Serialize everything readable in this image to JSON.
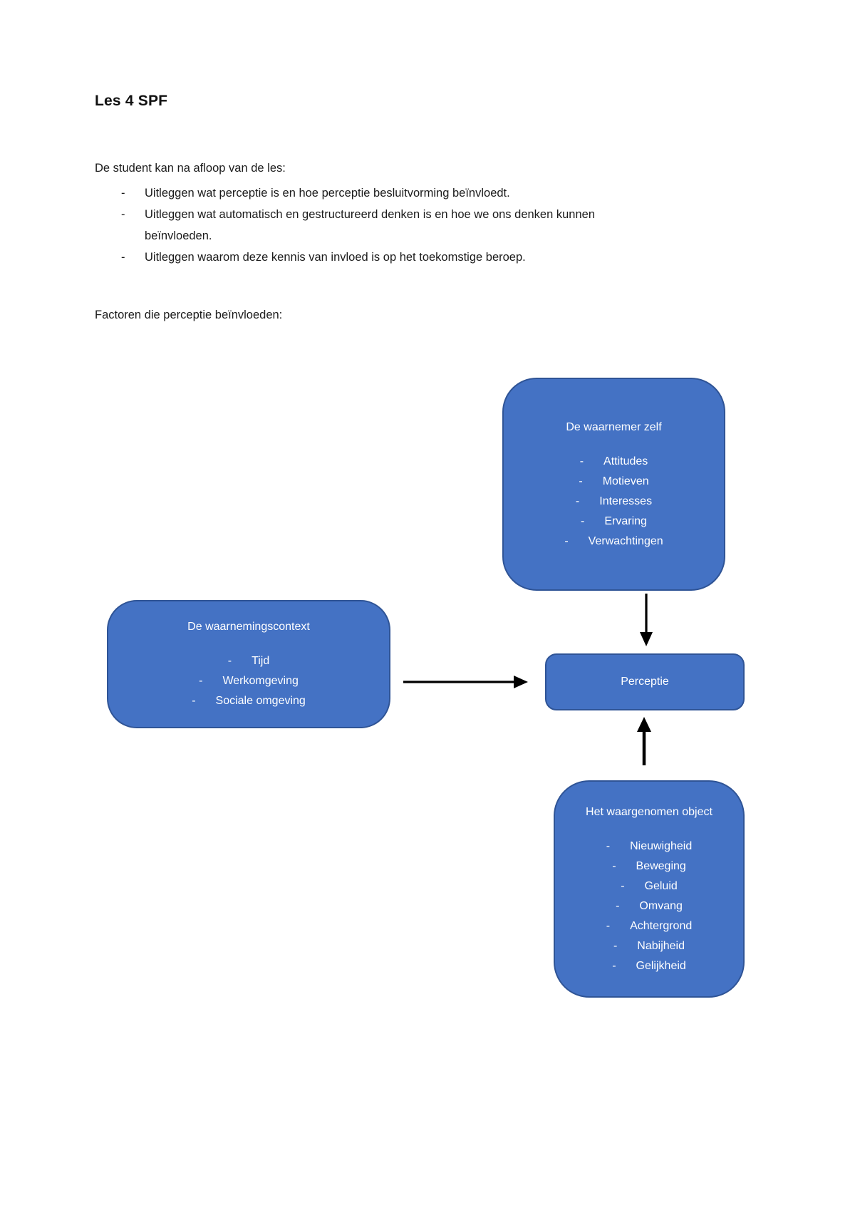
{
  "page": {
    "title": "Les 4 SPF",
    "intro": "De student kan na afloop van de les:",
    "bullet_char": "-",
    "objectives": [
      "Uitleggen wat perceptie is en hoe perceptie besluitvorming beïnvloedt.",
      "Uitleggen wat automatisch en gestructureerd denken is en hoe we ons denken kunnen beïnvloeden.",
      "Uitleggen waarom deze kennis van invloed is op het toekomstige beroep."
    ],
    "diagram_heading": "Factoren die perceptie beïnvloeden:"
  },
  "diagram": {
    "colors": {
      "box_fill": "#4472C4",
      "box_border": "#2F5496",
      "box_text": "#FFFFFF",
      "arrow": "#000000"
    },
    "boxes": {
      "observer": {
        "title": "De waarnemer zelf",
        "items": [
          "Attitudes",
          "Motieven",
          "Interesses",
          "Ervaring",
          "Verwachtingen"
        ]
      },
      "context": {
        "title": "De waarnemingscontext",
        "items": [
          "Tijd",
          "Werkomgeving",
          "Sociale omgeving"
        ]
      },
      "perception": {
        "title": "Perceptie"
      },
      "object": {
        "title": "Het waargenomen object",
        "items": [
          "Nieuwigheid",
          "Beweging",
          "Geluid",
          "Omvang",
          "Achtergrond",
          "Nabijheid",
          "Gelijkheid"
        ]
      }
    }
  }
}
